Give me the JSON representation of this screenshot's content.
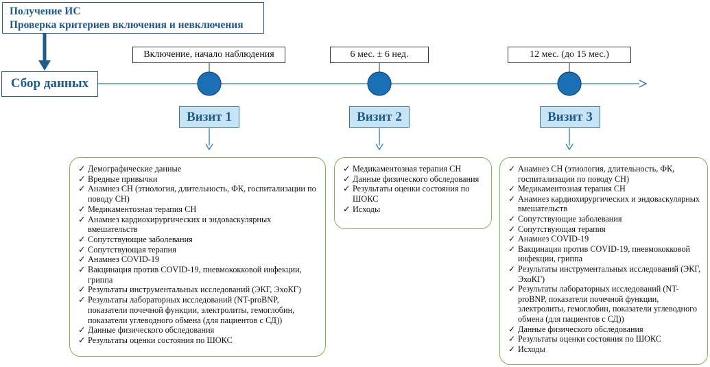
{
  "header": {
    "line1": "Получение ИС",
    "line2": "Проверка критериев включения и невключения"
  },
  "collect_label": "Сбор данных",
  "periods": [
    "Включение, начало наблюдения",
    "6 мес. ± 6 нед.",
    "12 мес. (до 15 мес.)"
  ],
  "visits": [
    "Визит 1",
    "Визит 2",
    "Визит 3"
  ],
  "check_glyph": "✓",
  "visit1_items": [
    "Демографические данные",
    "Вредные привычки",
    "Анамнез СН (этиология, длительность, ФК, госпитализации по поводу СН)",
    "Медикаментозная терапия СН",
    "Анамнез кардиохирургических и эндоваскулярных вмешательств",
    "Сопутствующие заболевания",
    "Сопутствующая терапия",
    "Анамнез COVID-19",
    "Вакцинация против COVID-19, пневмококковой инфекции, гриппа",
    "Результаты инструментальных исследований (ЭКГ, ЭхоКГ)",
    "Результаты лабораторных исследований (NT-proBNP, показатели почечной функции, электролиты, гемоглобин, показатели углеводного обмена (для пациентов с СД))",
    "Данные физического обследования",
    "Результаты оценки состояния по ШОКС"
  ],
  "visit2_items": [
    "Медикаментозная терапия СН",
    "Данные физического обследования",
    "Результаты оценки состояния по ШОКС",
    "Исходы"
  ],
  "visit3_items": [
    "Анамнез СН (этиология, длительность, ФК, госпитализации по поводу СН)",
    "Медикаментозная терапия СН",
    "Анамнез кардиохирургических и эндоваскулярных вмешательств",
    "Сопутствующие заболевания",
    "Сопутствующая терапия",
    "Анамнез COVID-19",
    "Вакцинация против COVID-19, пневмококковой инфекции, гриппа",
    "Результаты инструментальных исследований (ЭКГ, ЭхоКГ)",
    "Результаты лабораторных исследований (NT-proBNP, показатели почечной функции, электролиты, гемоглобин, показатели углеводного обмена (для пациентов с СД))",
    "Данные физического обследования",
    "Результаты оценки состояния по ШОКС",
    "Исходы"
  ],
  "colors": {
    "primary": "#1f5c8a",
    "timeline": "#2e79b2",
    "node": "#1a6fb5",
    "visit_fill": "#c6e4f3",
    "card_border": "#7ab648"
  }
}
